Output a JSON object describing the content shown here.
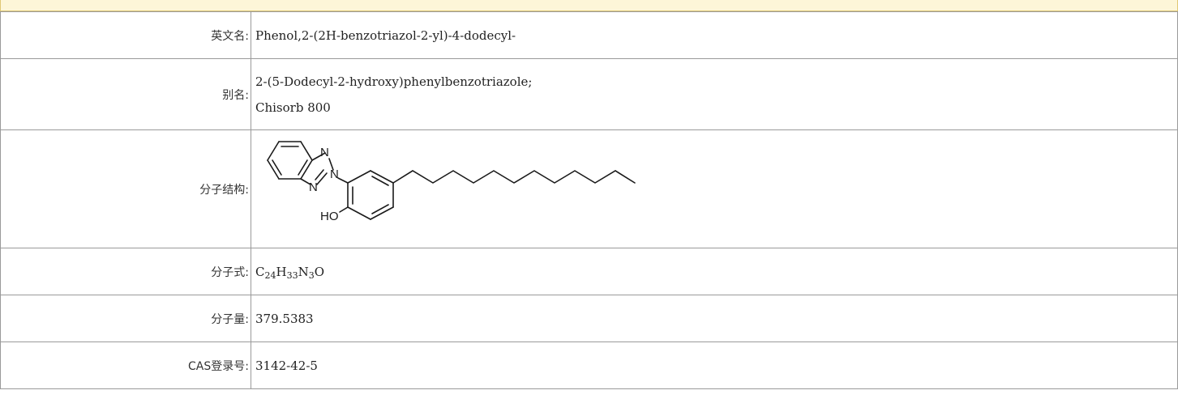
{
  "rows": {
    "english_name": {
      "label": "英文名:",
      "value": "Phenol,2-(2H-benzotriazol-2-yl)-4-dodecyl-"
    },
    "alias": {
      "label": "别名:",
      "values": [
        "2-(5-Dodecyl-2-hydroxy)phenylbenzotriazole;",
        "Chisorb 800"
      ]
    },
    "structure": {
      "label": "分子结构:",
      "atoms": {
        "n1": "N",
        "n2": "N",
        "n3": "N",
        "ho": "HO"
      }
    },
    "formula": {
      "label": "分子式:",
      "parts": [
        {
          "t": "C"
        },
        {
          "sub": "24"
        },
        {
          "t": "H"
        },
        {
          "sub": "33"
        },
        {
          "t": "N"
        },
        {
          "sub": "3"
        },
        {
          "t": "O"
        }
      ]
    },
    "molecular_weight": {
      "label": "分子量:",
      "value": "379.5383"
    },
    "cas": {
      "label": "CAS登录号:",
      "value": "3142-42-5"
    }
  }
}
